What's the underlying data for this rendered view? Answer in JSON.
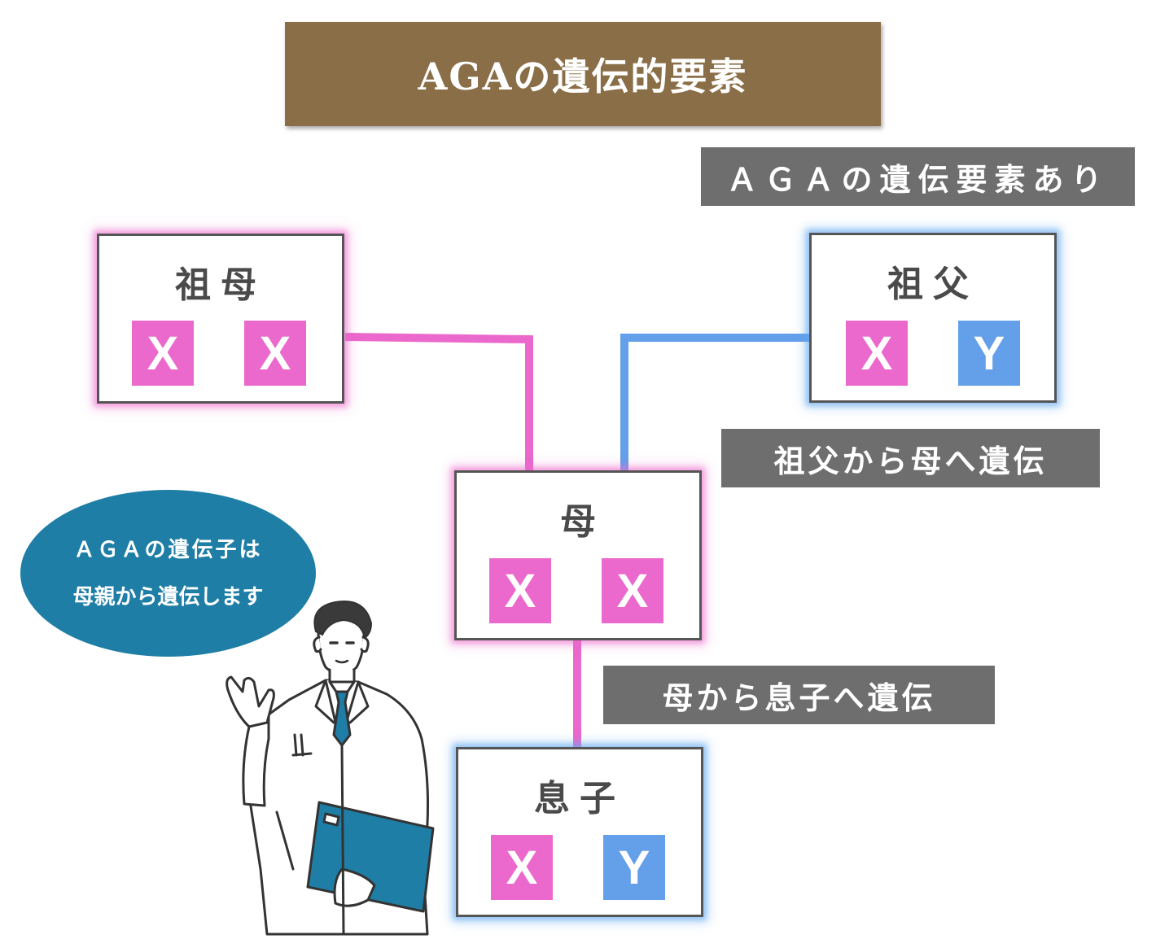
{
  "title": "AGAの遺伝的要素",
  "labels": {
    "aga_factor": "ＡＧＡの遺伝要素あり",
    "grandfather_to_mother": "祖父から母へ遺伝",
    "mother_to_son": "母から息子へ遺伝"
  },
  "people": {
    "grandmother": {
      "name": "祖母",
      "chromosomes": [
        "X",
        "X"
      ]
    },
    "grandfather": {
      "name": "祖父",
      "chromosomes": [
        "X",
        "Y"
      ]
    },
    "mother": {
      "name": "母",
      "chromosomes": [
        "X",
        "X"
      ]
    },
    "son": {
      "name": "息子",
      "chromosomes": [
        "X",
        "Y"
      ]
    }
  },
  "bubble": {
    "line1": "ＡＧＡの遺伝子は",
    "line2": "母親から遺伝します"
  },
  "colors": {
    "title_bg": "#8a6e47",
    "label_bg": "#6e6e6e",
    "x_chromosome": "#eb68cc",
    "y_chromosome": "#649fea",
    "bubble_bg": "#1f7ea6",
    "lab_coat_folder": "#1f7ea6"
  }
}
